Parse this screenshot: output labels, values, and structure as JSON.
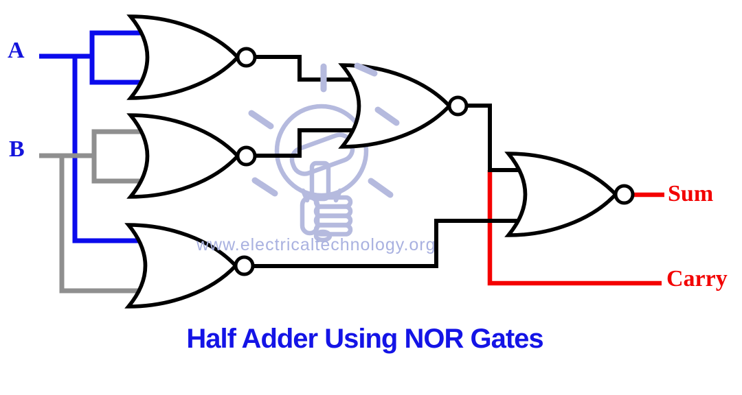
{
  "title": {
    "text": "Half Adder Using NOR Gates"
  },
  "watermark": {
    "url": "www.electricaltechnology.org",
    "logo": "light-bulb-in-fist-with-rays"
  },
  "inputs": [
    {
      "id": "A",
      "label": "A"
    },
    {
      "id": "B",
      "label": "B"
    }
  ],
  "outputs": [
    {
      "id": "Sum",
      "label": "Sum"
    },
    {
      "id": "Carry",
      "label": "Carry"
    }
  ],
  "gates": [
    {
      "id": "gate1",
      "type": "NOR",
      "inputs": [
        "A",
        "A"
      ],
      "output_goes_to": "gate4 upper input"
    },
    {
      "id": "gate2",
      "type": "NOR",
      "inputs": [
        "B",
        "B"
      ],
      "output_goes_to": "gate4 lower input"
    },
    {
      "id": "gate3",
      "type": "NOR",
      "inputs": [
        "A",
        "B"
      ],
      "output_goes_to": "gate5 lower input"
    },
    {
      "id": "gate4",
      "type": "NOR",
      "inputs": [
        "gate1 output",
        "gate2 output"
      ],
      "output_goes_to": "gate5 upper input and Carry"
    },
    {
      "id": "gate5",
      "type": "NOR",
      "inputs": [
        "gate4 output",
        "gate3 output"
      ],
      "output_goes_to": "Sum"
    }
  ],
  "colors": {
    "black": "#000000",
    "blue": "#0b0bec",
    "gray": "#8f8f8f",
    "red": "#f40000",
    "label_blue": "#1414dc",
    "title_blue": "#1414e6",
    "label_red": "#f20000",
    "watermark": "#b5bade",
    "background": "#ffffff"
  }
}
